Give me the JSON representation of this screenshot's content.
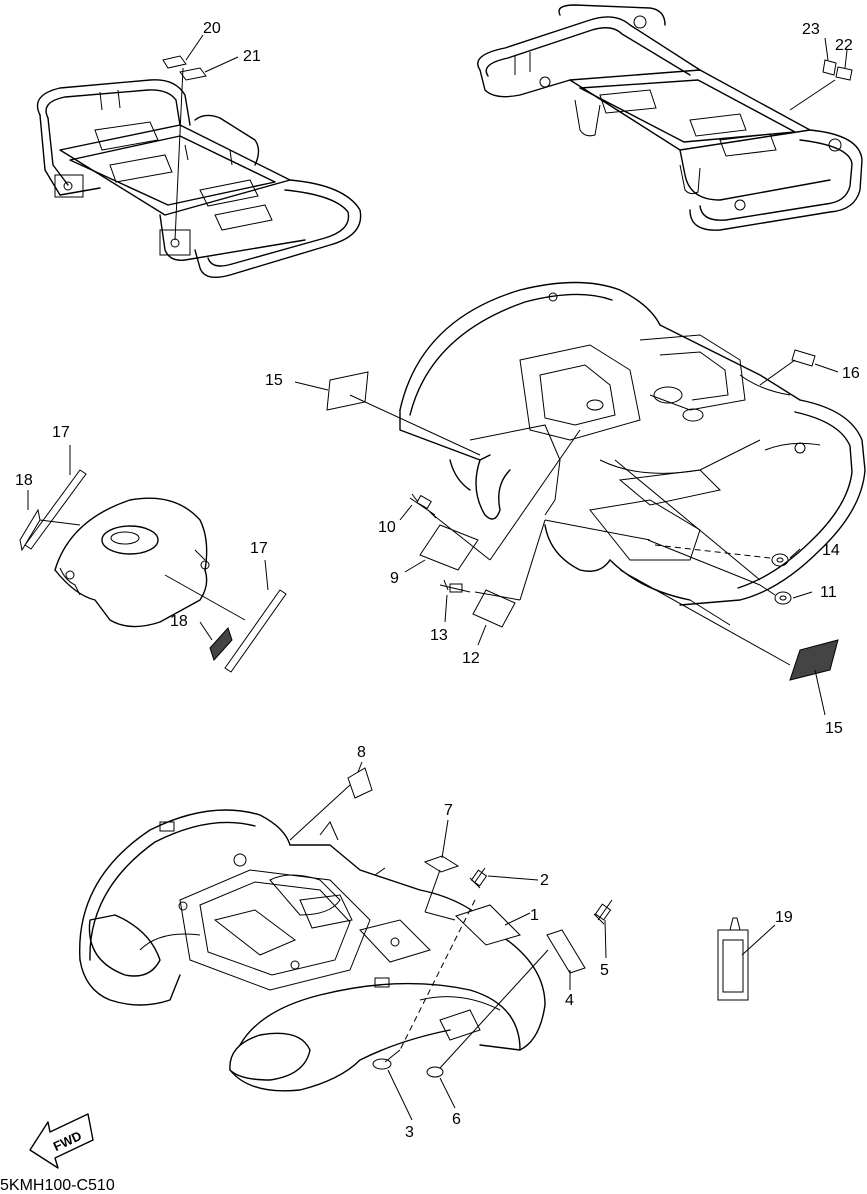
{
  "callouts": [
    "1",
    "2",
    "3",
    "4",
    "5",
    "6",
    "7",
    "8",
    "9",
    "10",
    "11",
    "12",
    "13",
    "14",
    "15",
    "15",
    "16",
    "17",
    "17",
    "18",
    "18",
    "19",
    "20",
    "21",
    "22",
    "23"
  ],
  "fwd_label": "FWD",
  "drawing_code": "5KMH100-C510"
}
